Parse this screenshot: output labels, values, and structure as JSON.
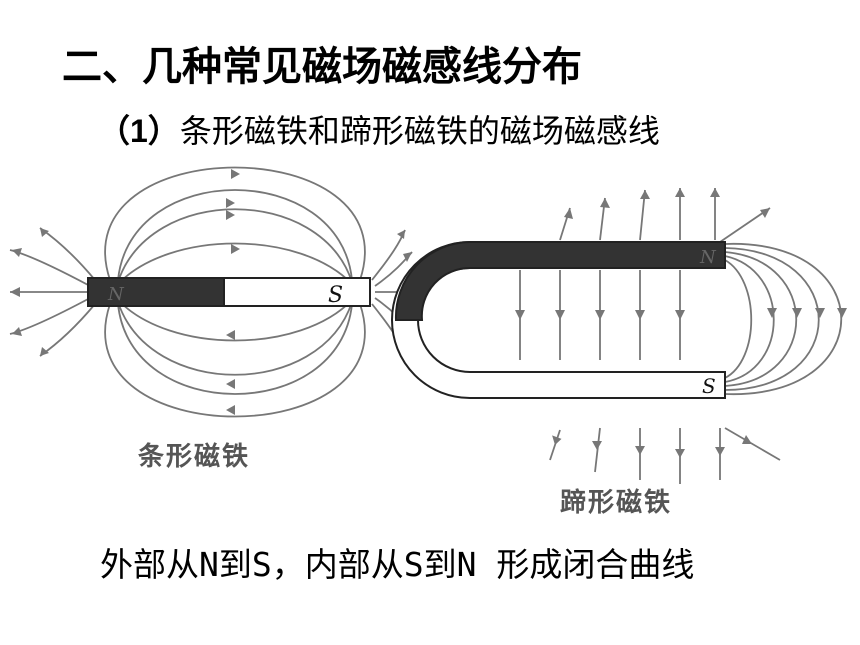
{
  "heading": {
    "title": "二、几种常见磁场磁感线分布",
    "subtitle_number": "（1）",
    "subtitle_text": "条形磁铁和蹄形磁铁的磁场磁感线"
  },
  "bar_magnet": {
    "north_label": "N",
    "south_label": "S",
    "caption": "条形磁铁"
  },
  "horseshoe_magnet": {
    "north_label": "N",
    "south_label": "S",
    "caption": "蹄形磁铁"
  },
  "conclusion": "外部从N到S，内部从S到N 形成闭合曲线",
  "colors": {
    "field_line": "#777777",
    "magnet_dark": "#333333",
    "magnet_light": "#ffffff"
  }
}
